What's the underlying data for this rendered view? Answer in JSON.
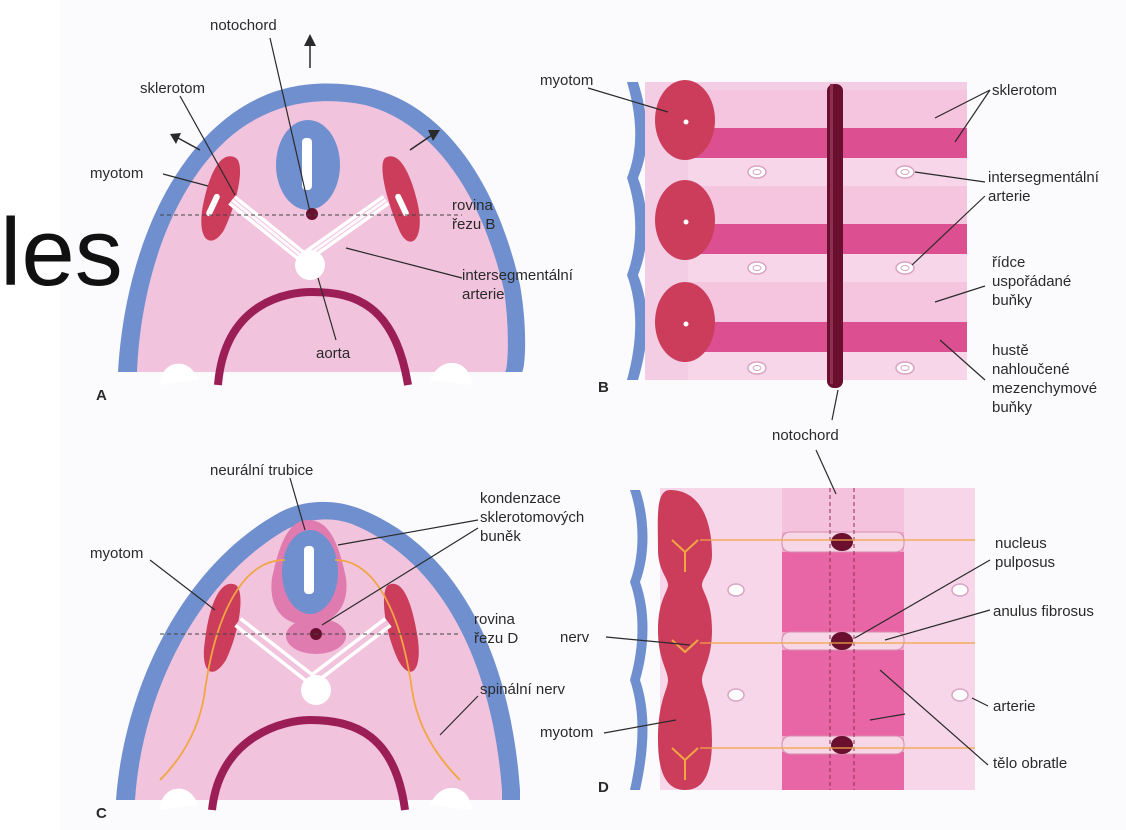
{
  "slide": {
    "partial_title": "les"
  },
  "colors": {
    "ectoderm_blue": "#6f8fcf",
    "mesenchyme_pink": "#f1c3dd",
    "myotome_red": "#cc3d5c",
    "dense_band": "#dc4f90",
    "notochord": "#6a0f2e",
    "nerve": "#f0a742"
  },
  "panel_a": {
    "letter": "A",
    "labels": {
      "notochord": "notochord",
      "sklerotom": "sklerotom",
      "myotom": "myotom",
      "rovina_line1": "rovina",
      "rovina_line2": "řezu B",
      "intersegmental_line1": "intersegmentální",
      "intersegmental_line2": "arterie",
      "aorta": "aorta"
    }
  },
  "panel_b": {
    "letter": "B",
    "labels": {
      "myotom": "myotom",
      "sklerotom": "sklerotom",
      "intersegmental_line1": "intersegmentální",
      "intersegmental_line2": "arterie",
      "loose_line1": "řídce",
      "loose_line2": "uspořádané",
      "loose_line3": "buňky",
      "dense_line1": "hustě",
      "dense_line2": "nahloučené",
      "dense_line3": "mezenchymové",
      "dense_line4": "buňky",
      "notochord": "notochord"
    }
  },
  "panel_c": {
    "letter": "C",
    "labels": {
      "neural_tube": "neurální trubice",
      "condensation_line1": "kondenzace",
      "condensation_line2": "sklerotomových",
      "condensation_line3": "buněk",
      "myotom": "myotom",
      "rovina_line1": "rovina",
      "rovina_line2": "řezu D",
      "spinal_nerve": "spinální nerv"
    }
  },
  "panel_d": {
    "letter": "D",
    "labels": {
      "nucleus_line1": "nucleus",
      "nucleus_line2": "pulposus",
      "anulus": "anulus fibrosus",
      "nerv": "nerv",
      "arterie": "arterie",
      "myotom": "myotom",
      "vertebral_body": "tělo obratle"
    }
  }
}
